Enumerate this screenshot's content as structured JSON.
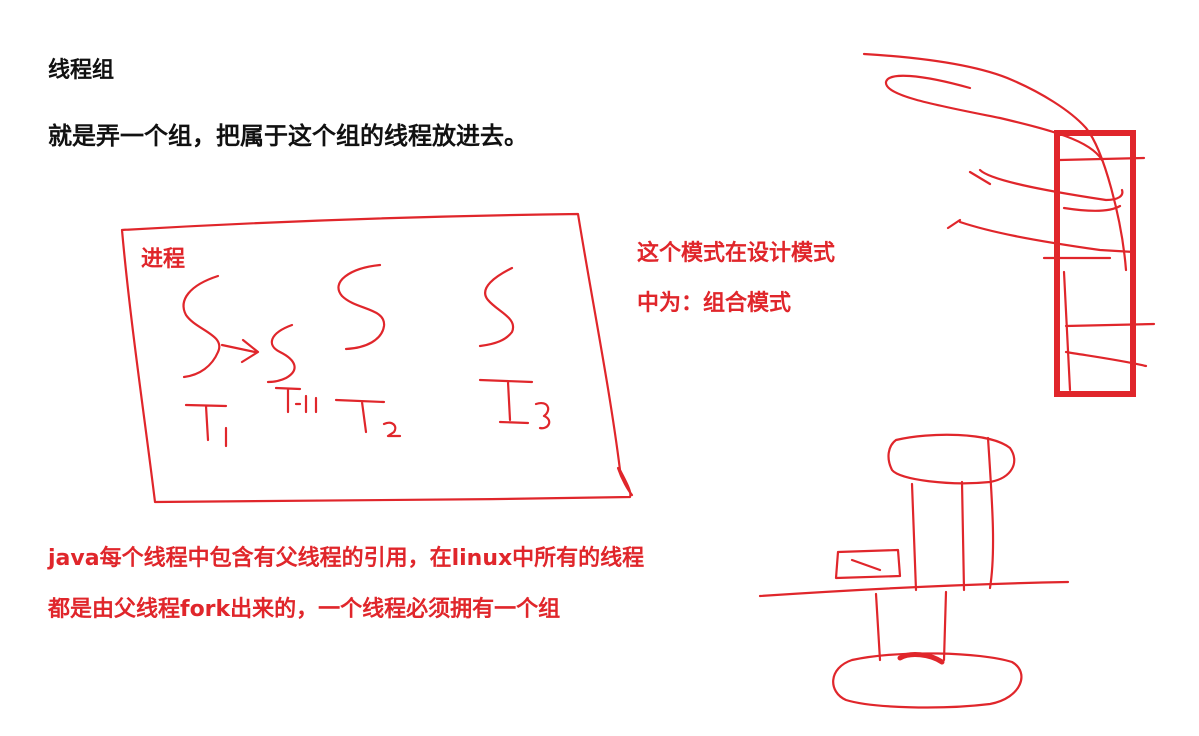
{
  "heading": "线程组",
  "description": "就是弄一个组，把属于这个组的线程放进去。",
  "diagram": {
    "process_label": "进程",
    "thread_labels": [
      "T1",
      "T1.1",
      "T2",
      "T3"
    ]
  },
  "pattern_note": {
    "line1": "这个模式在设计模式",
    "line2": "中为：组合模式"
  },
  "java_note": {
    "line1": "java每个线程中包含有父线程的引用，在linux中所有的线程",
    "line2": "都是由父线程fork出来的，一个线程必须拥有一个组"
  },
  "colors": {
    "text": "#111111",
    "accent": "#e0262b"
  }
}
